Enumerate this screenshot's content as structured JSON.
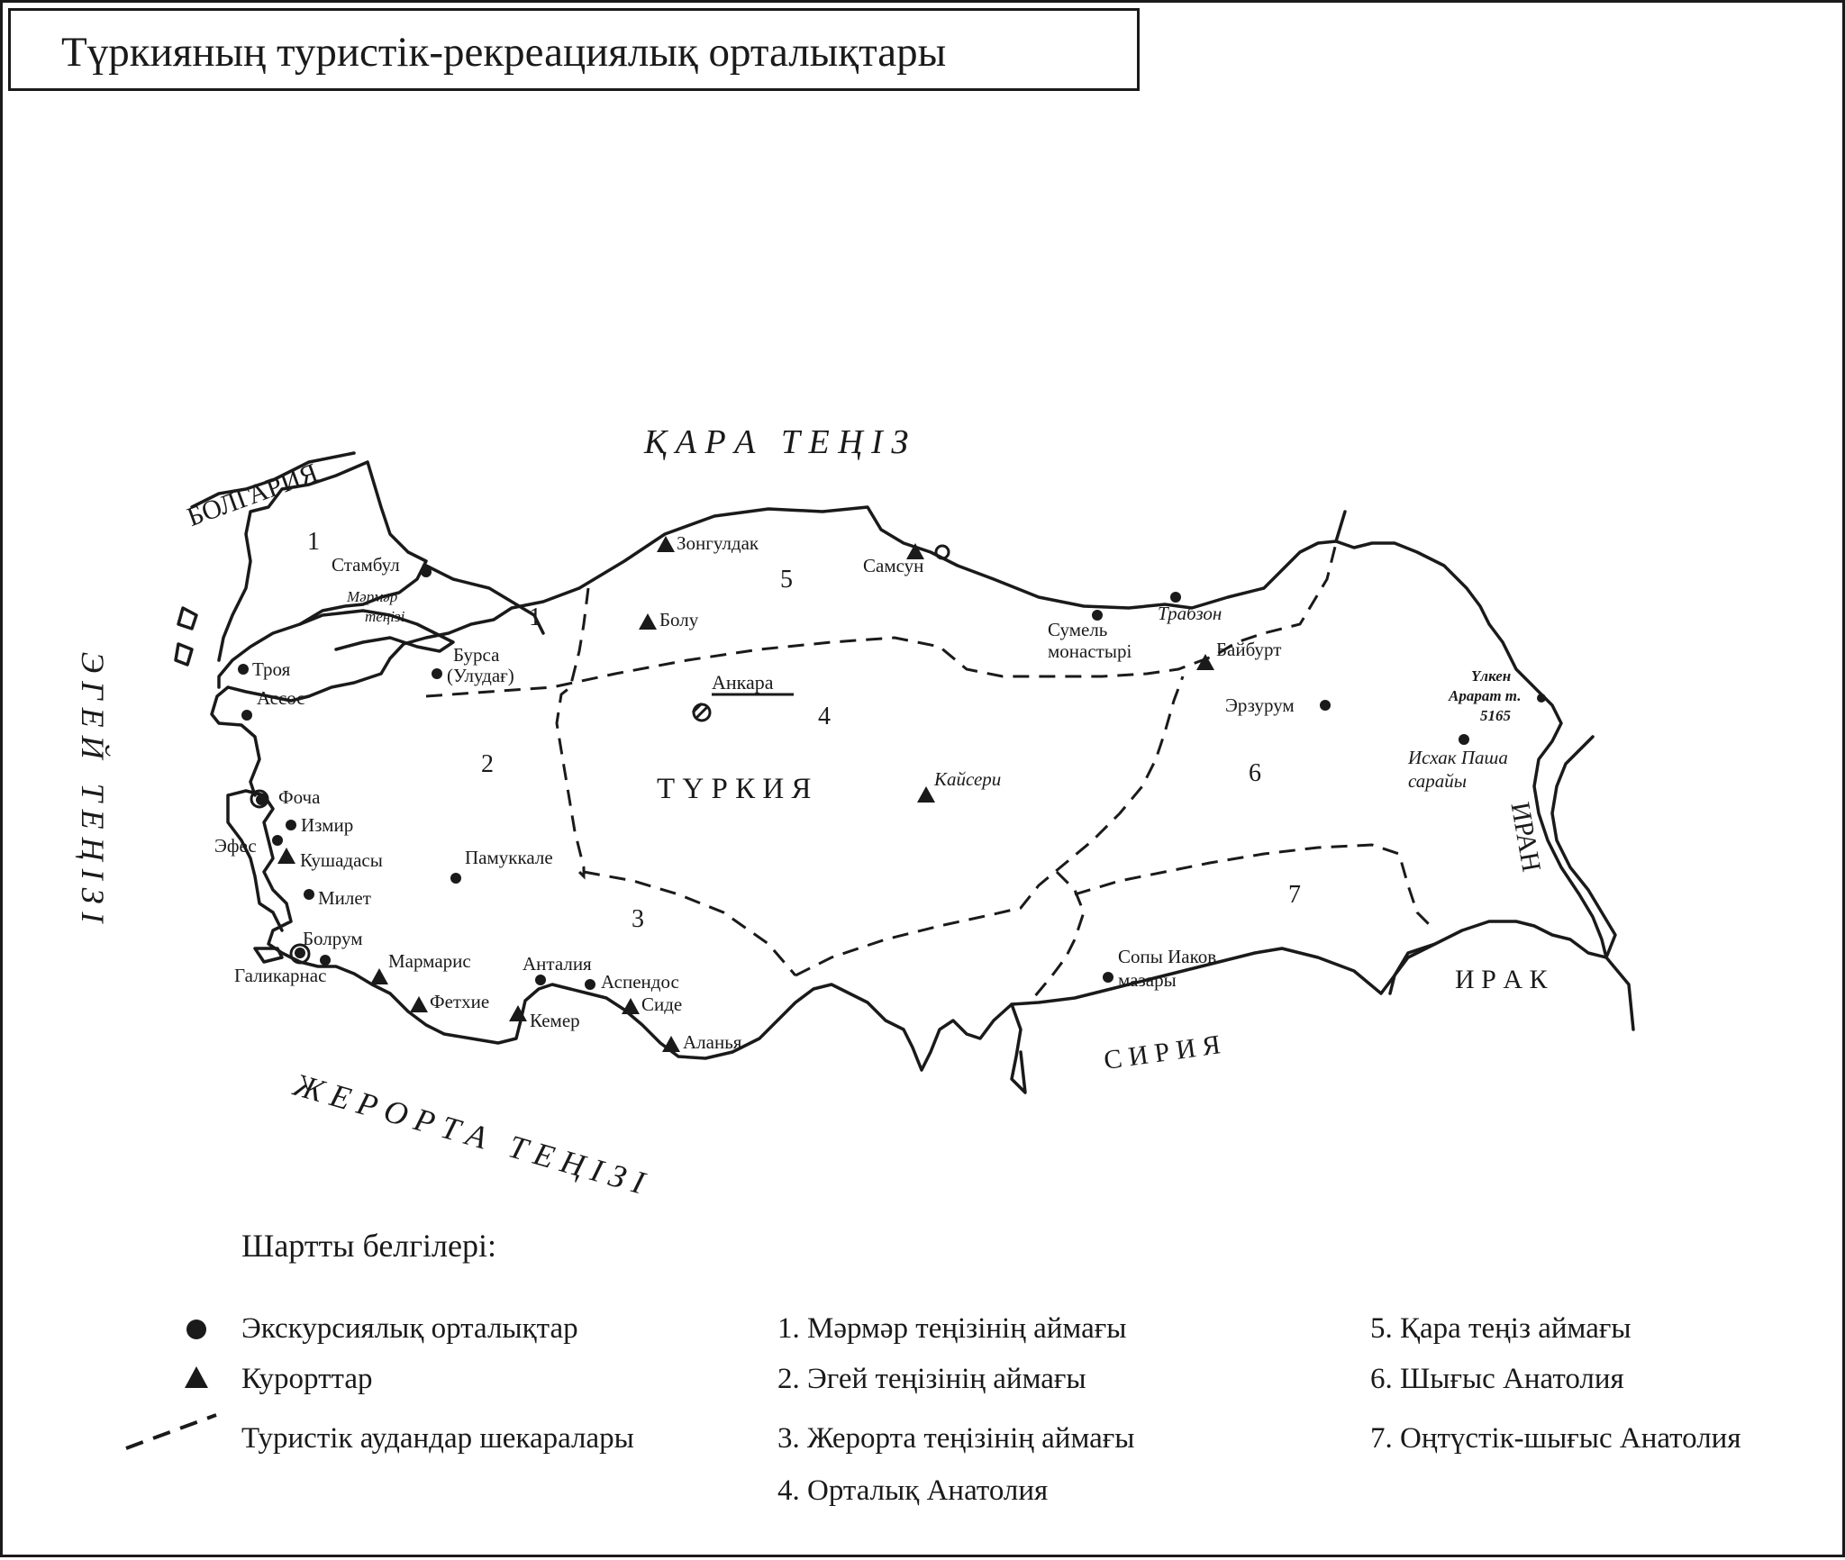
{
  "title": "Түркияның туристік-рекреациялық орталықтары",
  "map": {
    "seas": {
      "black_sea": "Қ А Р А   Т Е Ң І З",
      "aegean_sea": "Э Г Е Й   Т Е Ң І З І",
      "mediterranean": "Ж Е Р О Р Т А   Т Е Ң І З І",
      "marmara_line1": "Мәрмәр",
      "marmara_line2": "теңізі"
    },
    "countries": {
      "turkey": "Т Ү Р К И Я",
      "bulgaria": "БОЛГАРИЯ",
      "iran": "ИРАН",
      "iraq": "И Р А К",
      "syria": "С И Р И Я"
    },
    "region_numbers": [
      "1",
      "1",
      "2",
      "3",
      "4",
      "5",
      "6",
      "7"
    ],
    "places": {
      "istanbul": "Стамбул",
      "bursa_line1": "Бурса",
      "bursa_line2": "(Улудағ)",
      "troya": "Троя",
      "assos": "Ассос",
      "focha": "Фоча",
      "izmir": "Измир",
      "efes": "Эфес",
      "kushadasy": "Кушадасы",
      "milet": "Милет",
      "bodrum": "Болрум",
      "galikarnas": "Галикарнас",
      "marmaris": "Мармарис",
      "fethie": "Фетхие",
      "kemer": "Кемер",
      "antalya": "Анталия",
      "aspendos": "Аспендос",
      "side": "Сиде",
      "alanya": "Аланья",
      "pamukkale": "Памуккале",
      "ankara": "Анкара",
      "kayseri": "Кайсери",
      "bolu": "Болу",
      "zonguldak": "Зонгулдак",
      "samsun": "Самсун",
      "trabzon": "Трабзон",
      "sumela_line1": "Сумель",
      "sumela_line2": "монастырі",
      "bayburt": "Байбурт",
      "erzurum": "Эрзурум",
      "ararat_line1": "Үлкен",
      "ararat_line2": "Арарат т.",
      "ararat_line3": "5165",
      "ishak_line1": "Исхак Паша",
      "ishak_line2": "сарайы",
      "sufi_line1": "Сопы Иаков",
      "sufi_line2": "мазары"
    }
  },
  "legend": {
    "heading": "Шартты белгілері:",
    "symbols": [
      {
        "icon": "circle-icon",
        "label": "Экскурсиялық орталықтар"
      },
      {
        "icon": "triangle-icon",
        "label": "Курорттар"
      },
      {
        "icon": "dashed-line-icon",
        "label": "Туристік аудандар шекаралары"
      }
    ],
    "regions": [
      "1. Мәрмәр теңізінің аймағы",
      "2. Эгей теңізінің аймағы",
      "3. Жерорта теңізінің аймағы",
      "4. Орталық Анатолия",
      "5. Қара теңіз аймағы",
      "6. Шығыс Анатолия",
      "7. Оңтүстік-шығыс Анатолия"
    ]
  },
  "colors": {
    "ink": "#1a1a1a",
    "paper": "#ffffff"
  }
}
